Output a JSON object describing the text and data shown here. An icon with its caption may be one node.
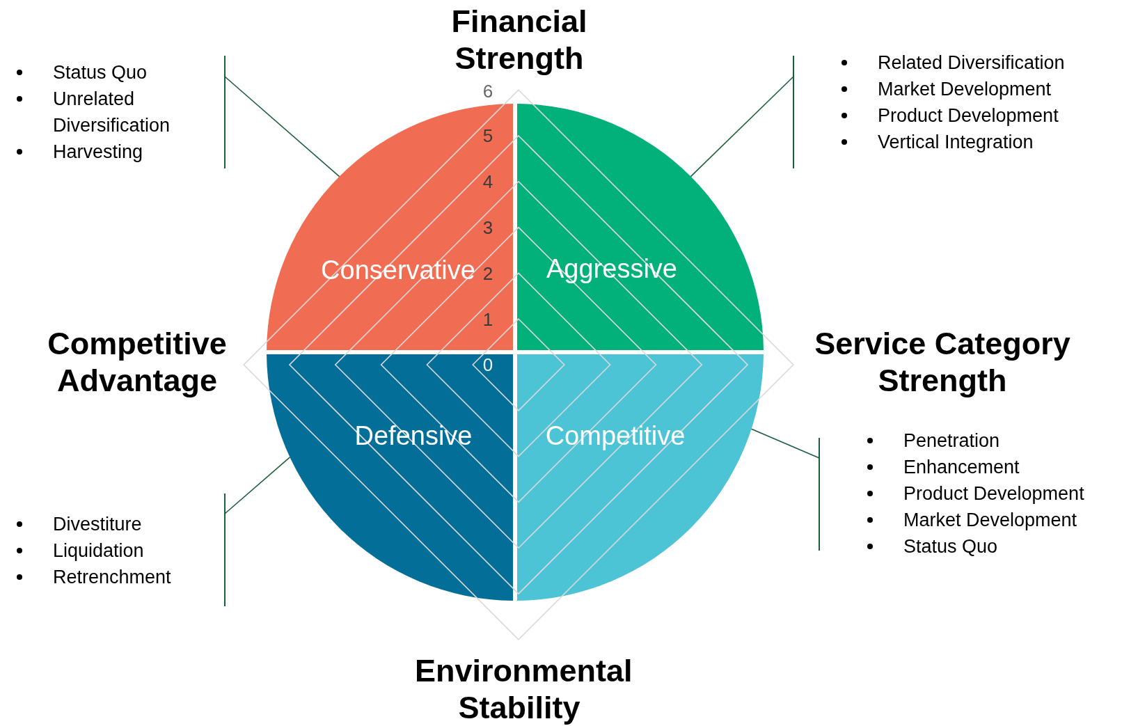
{
  "diagram": {
    "nodes": [
      {
        "text": [
          "Status Quo",
          "Unrelated Diversification",
          "Harvesting"
        ]
      },
      {
        "text": [
          "Related Diversification",
          "Market Development",
          "Product Development",
          "Vertical Integration"
        ]
      },
      {
        "text": [
          "Conservative"
        ]
      },
      {
        "text": [
          "Aggressive"
        ]
      },
      {
        "text": [
          "Defensive"
        ]
      },
      {
        "text": [
          "Competitive"
        ]
      },
      {
        "text": [
          "Penetration",
          "Enhancement",
          "Product Development",
          "Market Development",
          "Status Quo"
        ]
      },
      {
        "text": [
          "Divestiture",
          "Liquidation",
          "Retrenchment"
        ]
      }
    ],
    "edges": [
      {
        "from": 0,
        "to": 2,
        "arrow": "none"
      },
      {
        "from": 1,
        "to": 3,
        "arrow": "none"
      },
      {
        "from": 7,
        "to": 4,
        "arrow": "none"
      },
      {
        "from": 6,
        "to": 5,
        "arrow": "none"
      }
    ],
    "labels": [
      "Financial Strength",
      "6",
      "5",
      "4",
      "3",
      "2",
      "1",
      "0",
      "Competitive Advantage",
      "Service Category Strength",
      "Environmental Stability"
    ]
  }
}
